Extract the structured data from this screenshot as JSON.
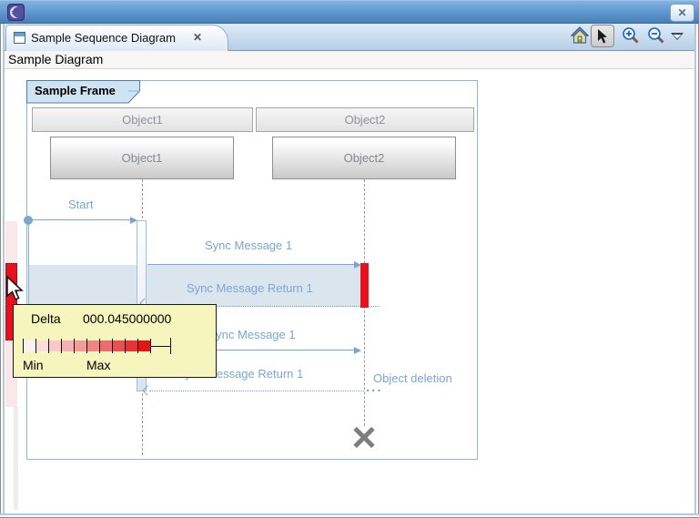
{
  "tab": {
    "label": "Sample Sequence Diagram"
  },
  "view_header": {
    "title": "Sample Diagram"
  },
  "icons": {
    "app_logo": "eclipse-logo",
    "tab_view": "sequence-diagram-view",
    "tab_close_glyph": "✕",
    "window_close_glyph": "✕",
    "home": "house",
    "select": "cursor-arrow",
    "zoom_in": "magnifier-plus",
    "zoom_out": "magnifier-minus",
    "view_menu": "triangle-down"
  },
  "diagram": {
    "frame_title": "Sample Frame",
    "lifelines": [
      {
        "header": "Object1",
        "label": "Object1"
      },
      {
        "header": "Object2",
        "label": "Object2"
      }
    ],
    "messages": {
      "start": "Start",
      "sync1": "Sync Message 1",
      "sync1_return": "Sync Message Return 1",
      "async1": "Async Message 1",
      "async1_return": "Async Message Return 1"
    },
    "object_deletion": "Object deletion",
    "ellipsis": "..."
  },
  "tooltip": {
    "delta_label": "Delta",
    "delta_value": "000.045000000",
    "min_label": "Min",
    "max_label": "Max",
    "scale_colors": [
      "#fdf0f0",
      "#fbdcdc",
      "#f9c8c8",
      "#f6b2b2",
      "#f39c9c",
      "#f08585",
      "#ed6c6c",
      "#ea5050",
      "#e63232",
      "#e31414"
    ]
  },
  "colors": {
    "accent_blue": "#7ba6d1",
    "band_fill": "#dbe5ee",
    "exec_red": "#e8101c",
    "marker_pink": "#fbe7e7",
    "tooltip_bg": "#f5f5bd",
    "frame_border": "#8fb6d4",
    "titlebar_blue": "#5d96ce"
  }
}
